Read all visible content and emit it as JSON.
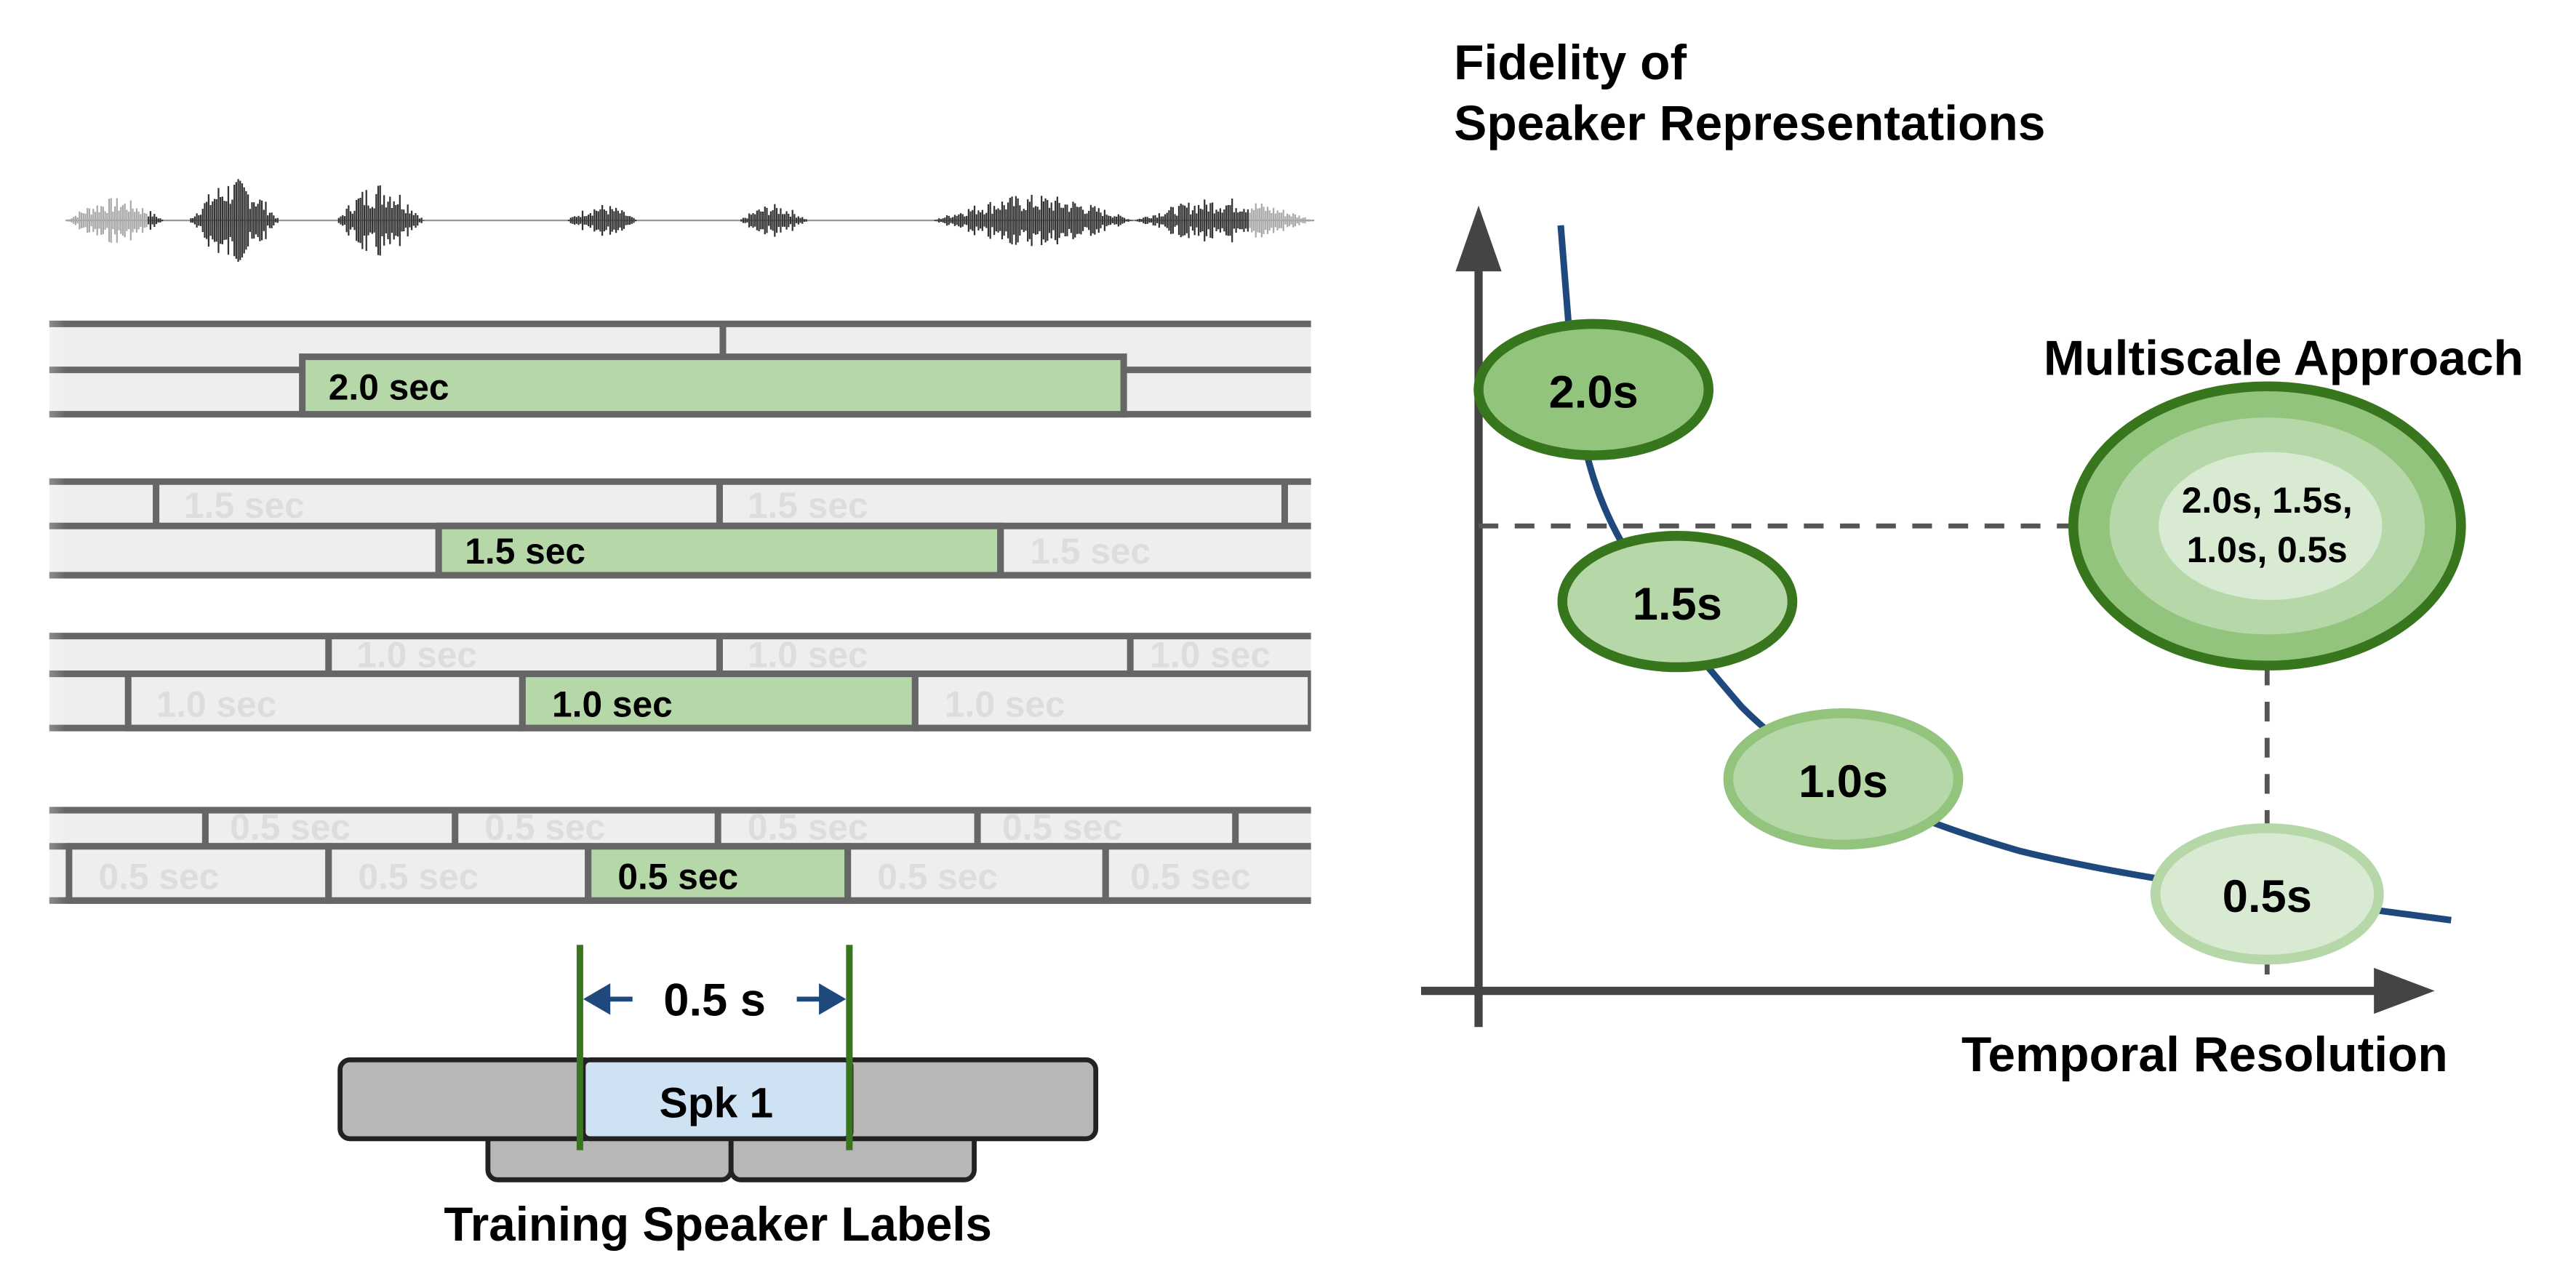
{
  "colors": {
    "dark_green": "#38761d",
    "mid_green": "#93c47d",
    "light_green": "#b6d7a8",
    "pale_green": "#d9ead3",
    "curve_blue": "#1f497d",
    "axis_gray": "#404040",
    "segment_gray": "#666666",
    "speaker_blue": "#cfe2f3"
  },
  "left": {
    "scales": [
      {
        "active_label": "2.0 sec",
        "ghost_label": ""
      },
      {
        "active_label": "1.5 sec",
        "ghost_label": "1.5 sec"
      },
      {
        "active_label": "1.0 sec",
        "ghost_label": "1.0 sec"
      },
      {
        "active_label": "0.5 sec",
        "ghost_label": "0.5 sec"
      }
    ],
    "resolution_label": "0.5 s",
    "speaker_label": "Spk 1",
    "caption": "Training Speaker Labels"
  },
  "right": {
    "y_axis_title_line1": "Fidelity of",
    "y_axis_title_line2": "Speaker  Representations",
    "x_axis_title": "Temporal Resolution",
    "multiscale_title": "Multiscale Approach",
    "multiscale_line1": "2.0s, 1.5s,",
    "multiscale_line2": "1.0s, 0.5s",
    "scale_points": [
      "2.0s",
      "1.5s",
      "1.0s",
      "0.5s"
    ]
  }
}
